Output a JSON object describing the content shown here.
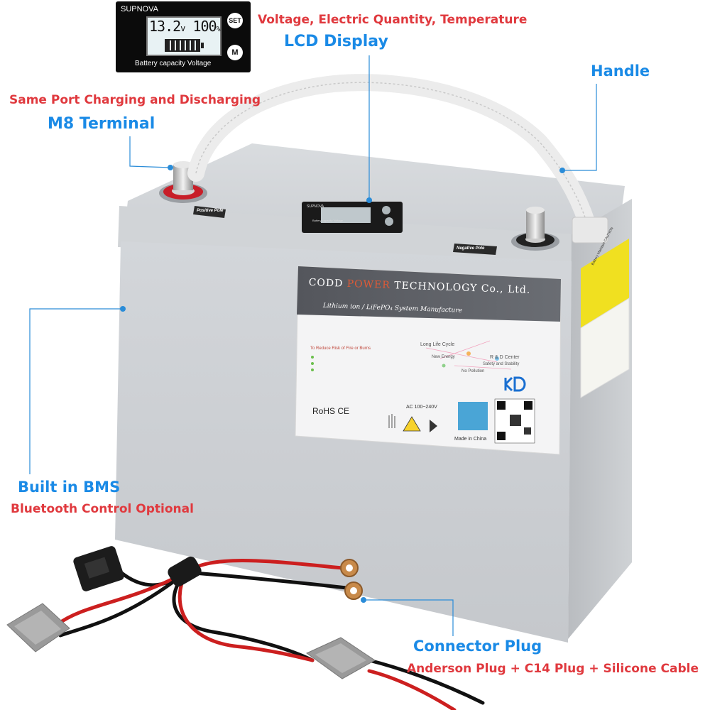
{
  "lcd_card": {
    "brand": "SUPNOVA",
    "voltage": "13.2",
    "voltage_unit": "v",
    "percent": "100",
    "percent_unit": "%",
    "set_button": "SET",
    "m_button": "M",
    "caption": "Battery capacity Voltage"
  },
  "annotations": {
    "lcd_title": "LCD Display",
    "lcd_subtitle": "Voltage, Electric Quantity, Temperature",
    "handle": "Handle",
    "terminal_title": "M8 Terminal",
    "terminal_subtitle": "Same Port Charging and Discharging",
    "bms_title": "Built in BMS",
    "bms_subtitle": "Bluetooth Control Optional",
    "connector_title": "Connector Plug",
    "connector_subtitle": "Anderson Plug + C14 Plug + Silicone Cable"
  },
  "battery_label": {
    "company_a": "CODD ",
    "company_b": "POWER",
    "company_c": " TECHNOLOGY Co., Ltd.",
    "subtitle": "Lithium ion / LiFePO₄ System Manufacture",
    "warning": "To Reduce Risk of Fire or Burns",
    "long_life": "Long Life Cycle",
    "rd_center": "R & D Center",
    "new_energy": "New Energy",
    "safety": "Safety and Stability",
    "no_pollution": "No Pollution",
    "rohs": "RoHS  CE",
    "ac": "AC 100~240V",
    "made_in": "Made in China",
    "positive": "Positive Pole",
    "negative": "Negative Pole",
    "mini_brand": "SUPNOVA",
    "mini_caption": "Battery capacity Voltage",
    "caution": "Battery Maintain CAUTION"
  },
  "colors": {
    "annotation_blue": "#1a8ae6",
    "annotation_red": "#e0393e",
    "battery_body": "#cfd2d6",
    "label_band": "#5f6167",
    "anderson_plug": "#9a9a9a"
  }
}
